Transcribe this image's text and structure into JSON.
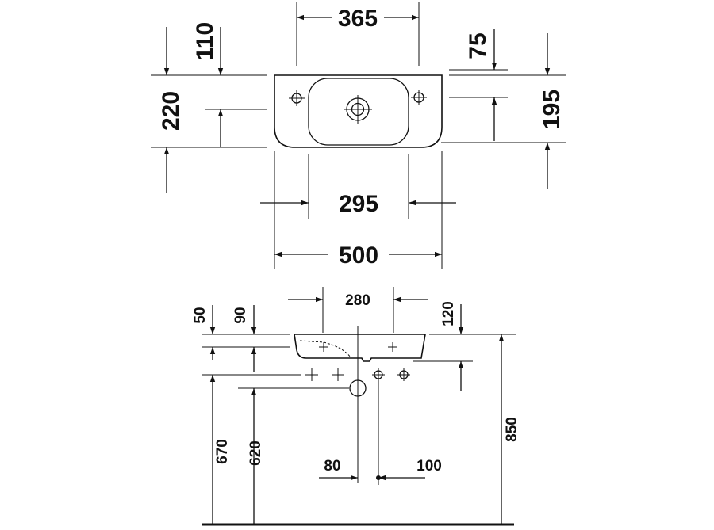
{
  "top_view": {
    "dims": {
      "width_365": "365",
      "height_110": "110",
      "height_220": "220",
      "depth_75": "75",
      "depth_195": "195",
      "width_295": "295",
      "width_500": "500"
    }
  },
  "front_view": {
    "dims": {
      "width_280": "280",
      "height_50": "50",
      "height_90": "90",
      "height_120": "120",
      "height_670": "670",
      "height_620": "620",
      "height_850": "850",
      "offset_80": "80",
      "offset_100": "100"
    }
  }
}
